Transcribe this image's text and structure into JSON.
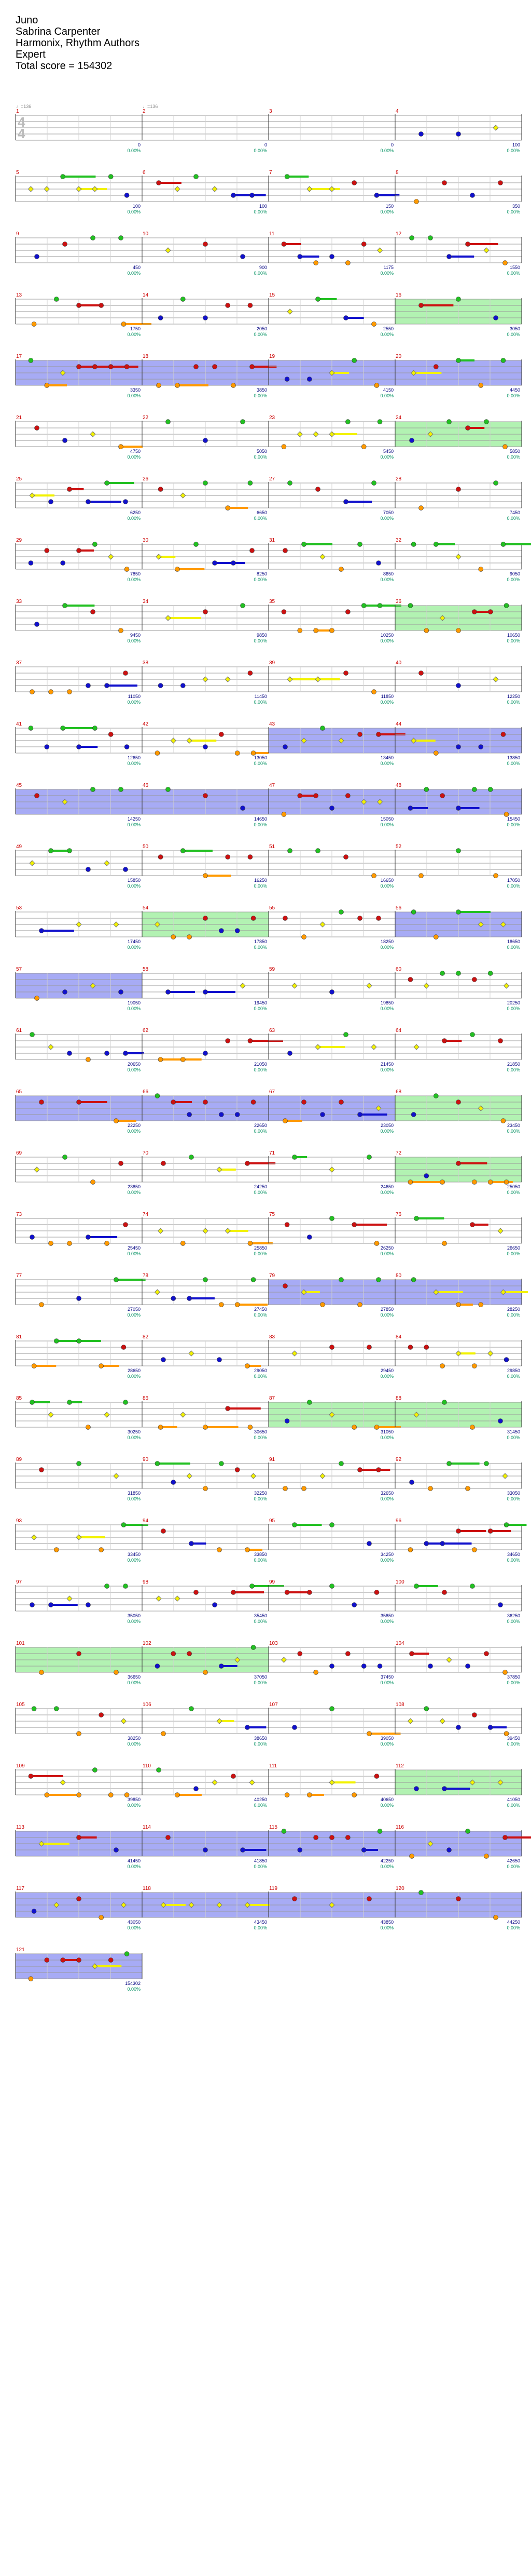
{
  "song": {
    "title": "Juno",
    "artist": "Sabrina Carpenter",
    "charter": "Harmonix, Rhythm Authors",
    "difficulty": "Expert",
    "total_score_label": "Total score = 154302"
  },
  "colors": {
    "green": "#22c022",
    "red": "#cc1111",
    "yellow": "#f2f200",
    "blue": "#1111cc",
    "orange": "#ff9900",
    "overdrive": "#8a8ff2",
    "solo": "#98ee98",
    "measure_number": "#cc0000",
    "score": "#000080",
    "percent": "#009060"
  },
  "chart_data": {
    "type": "table",
    "time_signature": "4/4",
    "tempo_markers": [
      {
        "measure": 1,
        "text": "♩=136"
      },
      {
        "measure": 2,
        "text": "♩=136"
      }
    ],
    "measures": [
      {
        "n": 1,
        "score": 0,
        "pct": "0.00%"
      },
      {
        "n": 2,
        "score": 0,
        "pct": "0.00%"
      },
      {
        "n": 3,
        "score": 0,
        "pct": "0.00%"
      },
      {
        "n": 4,
        "score": 100,
        "pct": "0.00%"
      },
      {
        "n": 5,
        "score": 100,
        "pct": "0.00%"
      },
      {
        "n": 6,
        "score": 100,
        "pct": "0.00%"
      },
      {
        "n": 7,
        "score": 150,
        "pct": "0.00%"
      },
      {
        "n": 8,
        "score": 350,
        "pct": "0.00%"
      },
      {
        "n": 9,
        "score": 450,
        "pct": "0.00%"
      },
      {
        "n": 10,
        "score": 900,
        "pct": "0.00%"
      },
      {
        "n": 11,
        "score": 1175,
        "pct": "0.00%"
      },
      {
        "n": 12,
        "score": 1550,
        "pct": "0.00%"
      },
      {
        "n": 13,
        "score": 1750,
        "pct": "0.00%"
      },
      {
        "n": 14,
        "score": 2050,
        "pct": "0.00%"
      },
      {
        "n": 15,
        "score": 2550,
        "pct": "0.00%"
      },
      {
        "n": 16,
        "score": 3050,
        "pct": "0.00%"
      },
      {
        "n": 17,
        "score": 3350,
        "pct": "0.00%"
      },
      {
        "n": 18,
        "score": 3850,
        "pct": "0.00%"
      },
      {
        "n": 19,
        "score": 4150,
        "pct": "0.00%"
      },
      {
        "n": 20,
        "score": 4450,
        "pct": "0.00%"
      },
      {
        "n": 21,
        "score": 4750,
        "pct": "0.00%"
      },
      {
        "n": 22,
        "score": 5050,
        "pct": "0.00%"
      },
      {
        "n": 23,
        "score": 5450,
        "pct": "0.00%"
      },
      {
        "n": 24,
        "score": 5850,
        "pct": "0.00%"
      },
      {
        "n": 25,
        "score": 6250,
        "pct": "0.00%"
      },
      {
        "n": 26,
        "score": 6650,
        "pct": "0.00%"
      },
      {
        "n": 27,
        "score": 7050,
        "pct": "0.00%"
      },
      {
        "n": 28,
        "score": 7450,
        "pct": "0.00%"
      },
      {
        "n": 29,
        "score": 7850,
        "pct": "0.00%"
      },
      {
        "n": 30,
        "score": 8250,
        "pct": "0.00%"
      },
      {
        "n": 31,
        "score": 8650,
        "pct": "0.00%"
      },
      {
        "n": 32,
        "score": 9050,
        "pct": "0.00%"
      },
      {
        "n": 33,
        "score": 9450,
        "pct": "0.00%"
      },
      {
        "n": 34,
        "score": 9850,
        "pct": "0.00%"
      },
      {
        "n": 35,
        "score": 10250,
        "pct": "0.00%"
      },
      {
        "n": 36,
        "score": 10650,
        "pct": "0.00%"
      },
      {
        "n": 37,
        "score": 11050,
        "pct": "0.00%"
      },
      {
        "n": 38,
        "score": 11450,
        "pct": "0.00%"
      },
      {
        "n": 39,
        "score": 11850,
        "pct": "0.00%"
      },
      {
        "n": 40,
        "score": 12250,
        "pct": "0.00%"
      },
      {
        "n": 41,
        "score": 12650,
        "pct": "0.00%"
      },
      {
        "n": 42,
        "score": 13050,
        "pct": "0.00%"
      },
      {
        "n": 43,
        "score": 13450,
        "pct": "0.00%"
      },
      {
        "n": 44,
        "score": 13850,
        "pct": "0.00%"
      },
      {
        "n": 45,
        "score": 14250,
        "pct": "0.00%"
      },
      {
        "n": 46,
        "score": 14650,
        "pct": "0.00%"
      },
      {
        "n": 47,
        "score": 15050,
        "pct": "0.00%"
      },
      {
        "n": 48,
        "score": 15450,
        "pct": "0.00%"
      },
      {
        "n": 49,
        "score": 15850,
        "pct": "0.00%"
      },
      {
        "n": 50,
        "score": 16250,
        "pct": "0.00%"
      },
      {
        "n": 51,
        "score": 16650,
        "pct": "0.00%"
      },
      {
        "n": 52,
        "score": 17050,
        "pct": "0.00%"
      },
      {
        "n": 53,
        "score": 17450,
        "pct": "0.00%"
      },
      {
        "n": 54,
        "score": 17850,
        "pct": "0.00%"
      },
      {
        "n": 55,
        "score": 18250,
        "pct": "0.00%"
      },
      {
        "n": 56,
        "score": 18650,
        "pct": "0.00%"
      },
      {
        "n": 57,
        "score": 19050,
        "pct": "0.00%"
      },
      {
        "n": 58,
        "score": 19450,
        "pct": "0.00%"
      },
      {
        "n": 59,
        "score": 19850,
        "pct": "0.00%"
      },
      {
        "n": 60,
        "score": 20250,
        "pct": "0.00%"
      },
      {
        "n": 61,
        "score": 20650,
        "pct": "0.00%"
      },
      {
        "n": 62,
        "score": 21050,
        "pct": "0.00%"
      },
      {
        "n": 63,
        "score": 21450,
        "pct": "0.00%"
      },
      {
        "n": 64,
        "score": 21850,
        "pct": "0.00%"
      },
      {
        "n": 65,
        "score": 22250,
        "pct": "0.00%"
      },
      {
        "n": 66,
        "score": 22650,
        "pct": "0.00%"
      },
      {
        "n": 67,
        "score": 23050,
        "pct": "0.00%"
      },
      {
        "n": 68,
        "score": 23450,
        "pct": "0.00%"
      },
      {
        "n": 69,
        "score": 23850,
        "pct": "0.00%"
      },
      {
        "n": 70,
        "score": 24250,
        "pct": "0.00%"
      },
      {
        "n": 71,
        "score": 24650,
        "pct": "0.00%"
      },
      {
        "n": 72,
        "score": 25050,
        "pct": "0.00%"
      },
      {
        "n": 73,
        "score": 25450,
        "pct": "0.00%"
      },
      {
        "n": 74,
        "score": 25850,
        "pct": "0.00%"
      },
      {
        "n": 75,
        "score": 26250,
        "pct": "0.00%"
      },
      {
        "n": 76,
        "score": 26650,
        "pct": "0.00%"
      },
      {
        "n": 77,
        "score": 27050,
        "pct": "0.00%"
      },
      {
        "n": 78,
        "score": 27450,
        "pct": "0.00%"
      },
      {
        "n": 79,
        "score": 27850,
        "pct": "0.00%"
      },
      {
        "n": 80,
        "score": 28250,
        "pct": "0.00%"
      },
      {
        "n": 81,
        "score": 28650,
        "pct": "0.00%"
      },
      {
        "n": 82,
        "score": 29050,
        "pct": "0.00%"
      },
      {
        "n": 83,
        "score": 29450,
        "pct": "0.00%"
      },
      {
        "n": 84,
        "score": 29850,
        "pct": "0.00%"
      },
      {
        "n": 85,
        "score": 30250,
        "pct": "0.00%"
      },
      {
        "n": 86,
        "score": 30650,
        "pct": "0.00%"
      },
      {
        "n": 87,
        "score": 31050,
        "pct": "0.00%"
      },
      {
        "n": 88,
        "score": 31450,
        "pct": "0.00%"
      },
      {
        "n": 89,
        "score": 31850,
        "pct": "0.00%"
      },
      {
        "n": 90,
        "score": 32250,
        "pct": "0.00%"
      },
      {
        "n": 91,
        "score": 32650,
        "pct": "0.00%"
      },
      {
        "n": 92,
        "score": 33050,
        "pct": "0.00%"
      },
      {
        "n": 93,
        "score": 33450,
        "pct": "0.00%"
      },
      {
        "n": 94,
        "score": 33850,
        "pct": "0.00%"
      },
      {
        "n": 95,
        "score": 34250,
        "pct": "0.00%"
      },
      {
        "n": 96,
        "score": 34650,
        "pct": "0.00%"
      },
      {
        "n": 97,
        "score": 35050,
        "pct": "0.00%"
      },
      {
        "n": 98,
        "score": 35450,
        "pct": "0.00%"
      },
      {
        "n": 99,
        "score": 35850,
        "pct": "0.00%"
      },
      {
        "n": 100,
        "score": 36250,
        "pct": "0.00%"
      },
      {
        "n": 101,
        "score": 36650,
        "pct": "0.00%"
      },
      {
        "n": 102,
        "score": 37050,
        "pct": "0.00%"
      },
      {
        "n": 103,
        "score": 37450,
        "pct": "0.00%"
      },
      {
        "n": 104,
        "score": 37850,
        "pct": "0.00%"
      },
      {
        "n": 105,
        "score": 38250,
        "pct": "0.00%"
      },
      {
        "n": 106,
        "score": 38650,
        "pct": "0.00%"
      },
      {
        "n": 107,
        "score": 39050,
        "pct": "0.00%"
      },
      {
        "n": 108,
        "score": 39450,
        "pct": "0.00%"
      },
      {
        "n": 109,
        "score": 39850,
        "pct": "0.00%"
      },
      {
        "n": 110,
        "score": 40250,
        "pct": "0.00%"
      },
      {
        "n": 111,
        "score": 40650,
        "pct": "0.00%"
      },
      {
        "n": 112,
        "score": 41050,
        "pct": "0.00%"
      },
      {
        "n": 113,
        "score": 41450,
        "pct": "0.00%"
      },
      {
        "n": 114,
        "score": 41850,
        "pct": "0.00%"
      },
      {
        "n": 115,
        "score": 42250,
        "pct": "0.00%"
      },
      {
        "n": 116,
        "score": 42650,
        "pct": "0.00%"
      },
      {
        "n": 117,
        "score": 43050,
        "pct": "0.00%"
      },
      {
        "n": 118,
        "score": 43450,
        "pct": "0.00%"
      },
      {
        "n": 119,
        "score": 43850,
        "pct": "0.00%"
      },
      {
        "n": 120,
        "score": 44250,
        "pct": "0.00%"
      },
      {
        "n": 121,
        "score": 154302,
        "pct": "0.00%"
      }
    ],
    "overdrive_phrases": [
      [
        17,
        20
      ],
      [
        43,
        44
      ],
      [
        45,
        47
      ],
      [
        48,
        48
      ],
      [
        56,
        56
      ],
      [
        57,
        57
      ],
      [
        65,
        67
      ],
      [
        79,
        80
      ],
      [
        113,
        116
      ],
      [
        117,
        120
      ],
      [
        121,
        121
      ]
    ],
    "solo_sections": [
      [
        16,
        16
      ],
      [
        24,
        24
      ],
      [
        36,
        36
      ],
      [
        54,
        54
      ],
      [
        68,
        68
      ],
      [
        72,
        72
      ],
      [
        87,
        88
      ],
      [
        101,
        102
      ],
      [
        112,
        112
      ]
    ]
  }
}
